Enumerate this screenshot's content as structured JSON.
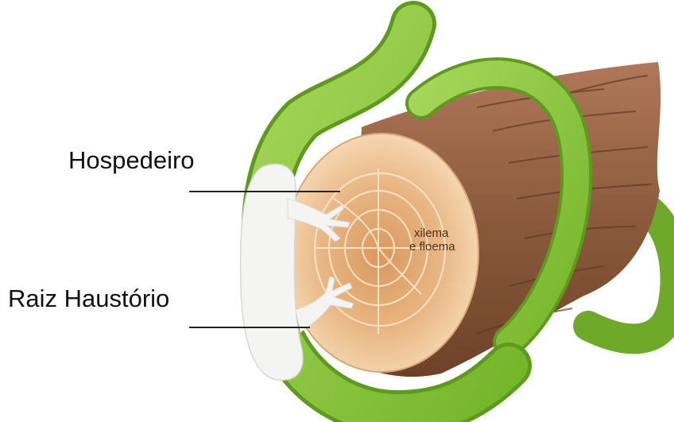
{
  "labels": {
    "host": "Hospedeiro",
    "haustorium_root": "Raiz Haustório",
    "xylem_line1": "xilema",
    "xylem_line2": "e floema"
  },
  "colors": {
    "vine_green": "#8cc63f",
    "vine_dark": "#5e9a1e",
    "bark_brown": "#8b5a3c",
    "bark_dark": "#5f3a24",
    "wood_outer": "#f2cfa6",
    "wood_inner": "#e0a872",
    "rings": "#fbe8cf",
    "haustorium": "#f4f4f2"
  }
}
